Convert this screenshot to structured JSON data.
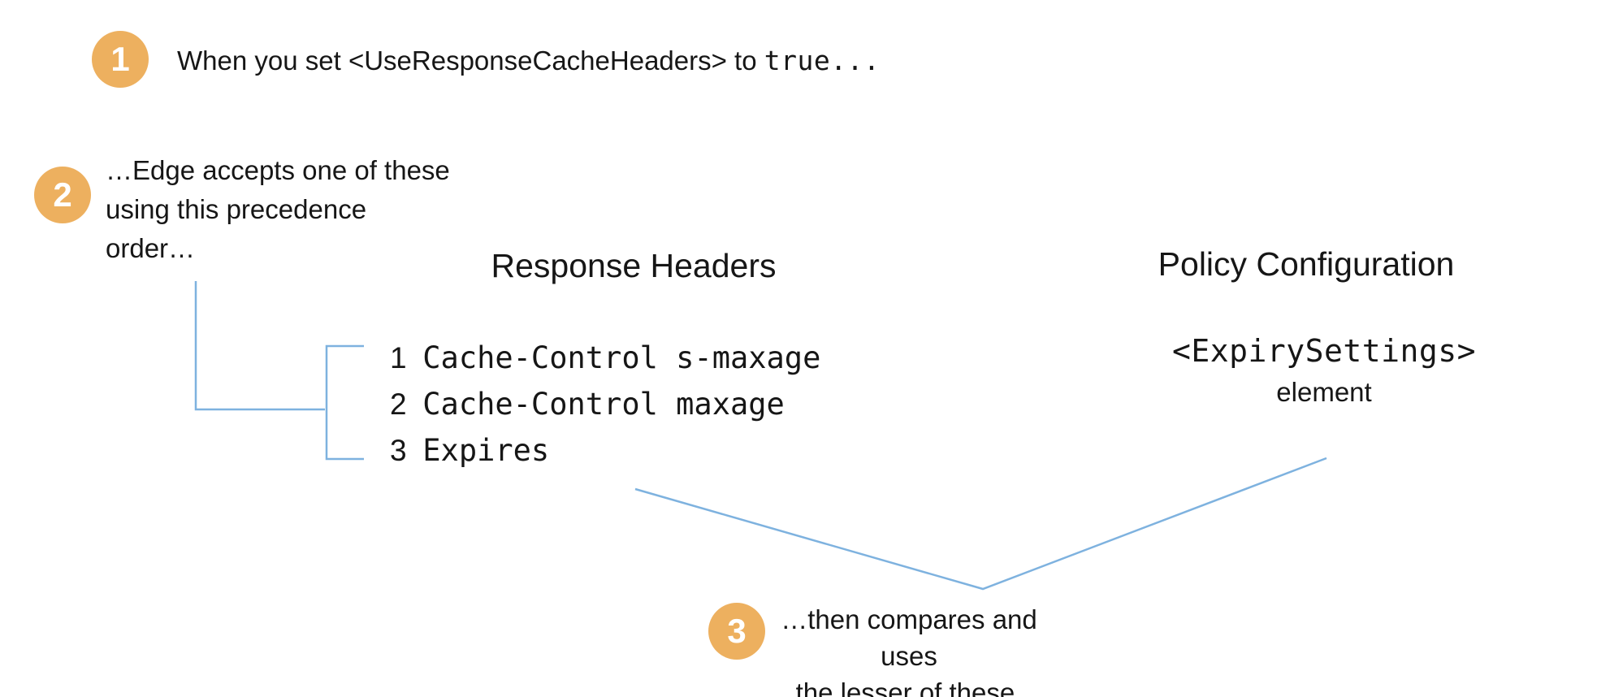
{
  "step1": {
    "badge": "1",
    "text": "When you set <UseResponseCacheHeaders> to ",
    "code": "true..."
  },
  "step2": {
    "badge": "2",
    "line1": "…Edge accepts one of these",
    "line2": "using this precedence",
    "line3": "order…"
  },
  "step3": {
    "badge": "3",
    "line1": "…then compares and uses",
    "line2": "the lesser of these."
  },
  "response_headers": {
    "title": "Response Headers",
    "items": [
      {
        "rank": "1",
        "text": "Cache-Control s-maxage"
      },
      {
        "rank": "2",
        "text": "Cache-Control maxage"
      },
      {
        "rank": "3",
        "text": "Expires"
      }
    ]
  },
  "policy_configuration": {
    "title": "Policy Configuration",
    "code": "<ExpirySettings>",
    "label": "element"
  },
  "colors": {
    "badge_fill": "#EDB05F",
    "connector_blue": "#7EB2DF",
    "text": "#161616"
  }
}
